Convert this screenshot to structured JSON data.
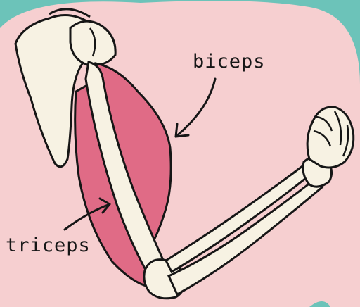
{
  "diagram": {
    "labels": {
      "biceps": "biceps",
      "triceps": "triceps"
    },
    "colors": {
      "background_blob": "#f6cfd0",
      "outer_teal": "#6cc3b9",
      "bone": "#f7f2e3",
      "muscle": "#e06b86",
      "outline": "#161616"
    },
    "icons": [
      "arm-skeleton-illustration",
      "biceps-arrow",
      "triceps-arrow"
    ]
  }
}
